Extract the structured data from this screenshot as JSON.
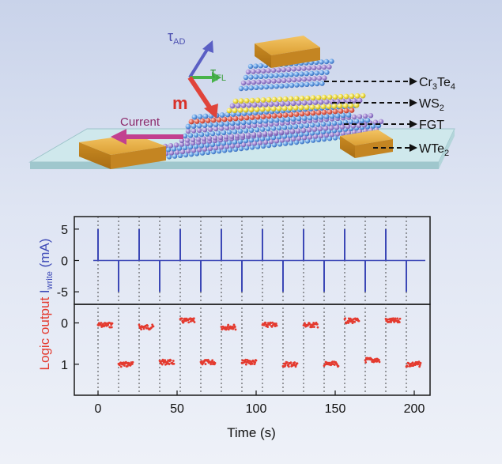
{
  "illustration": {
    "current_label": "Current",
    "vectors": {
      "tau_ad": {
        "symbol": "τ",
        "sub": "AD"
      },
      "tau_fl": {
        "symbol": "τ",
        "sub": "FL"
      },
      "m": "m"
    },
    "layers": [
      {
        "name": "Cr3Te4",
        "main": "Cr",
        "s1": "3",
        "mid": "Te",
        "s2": "4"
      },
      {
        "name": "WS2",
        "main": "WS",
        "s1": "2",
        "mid": "",
        "s2": ""
      },
      {
        "name": "FGT",
        "main": "FGT",
        "s1": "",
        "mid": "",
        "s2": ""
      },
      {
        "name": "WTe2",
        "main": "WTe",
        "s1": "2",
        "mid": "",
        "s2": ""
      }
    ],
    "colors": {
      "current": "#c2418f",
      "m": "#e0443a",
      "tau_ad": "#5a5fc4",
      "tau_fl": "#48b34a",
      "electrode": "#e0a536",
      "substrate": "#bfe0e4"
    }
  },
  "chart_data": {
    "type": "line",
    "xlabel": "Time (s)",
    "xlim": [
      -15,
      210
    ],
    "xticks": [
      0,
      50,
      100,
      150,
      200
    ],
    "top": {
      "ylabel_main": "I",
      "ylabel_sub": "write",
      "ylabel_unit": " (mA)",
      "ylim": [
        -7,
        7
      ],
      "yticks": [
        5,
        0,
        -5
      ],
      "color": "#3b47b6",
      "baseline": 0,
      "pulses": [
        {
          "t": 0,
          "amp": 5
        },
        {
          "t": 13,
          "amp": -5
        },
        {
          "t": 26,
          "amp": 5
        },
        {
          "t": 39,
          "amp": -5
        },
        {
          "t": 52,
          "amp": 5
        },
        {
          "t": 65,
          "amp": -5
        },
        {
          "t": 78,
          "amp": 5
        },
        {
          "t": 91,
          "amp": -5
        },
        {
          "t": 104,
          "amp": 5
        },
        {
          "t": 117,
          "amp": -5
        },
        {
          "t": 130,
          "amp": 5
        },
        {
          "t": 143,
          "amp": -5
        },
        {
          "t": 156,
          "amp": 5
        },
        {
          "t": 169,
          "amp": -5
        },
        {
          "t": 182,
          "amp": 5
        },
        {
          "t": 195,
          "amp": -5
        }
      ]
    },
    "bottom": {
      "ylabel": "Logic output",
      "ylim": [
        1.75,
        -0.45
      ],
      "yticks": [
        0,
        1
      ],
      "color": "#e43a2f",
      "segments": [
        {
          "t_start": 0,
          "t_end": 9,
          "level": 0.05
        },
        {
          "t_start": 13,
          "t_end": 22,
          "level": 1.0
        },
        {
          "t_start": 26,
          "t_end": 35,
          "level": 0.1
        },
        {
          "t_start": 39,
          "t_end": 48,
          "level": 0.95
        },
        {
          "t_start": 52,
          "t_end": 61,
          "level": -0.05
        },
        {
          "t_start": 65,
          "t_end": 74,
          "level": 0.95
        },
        {
          "t_start": 78,
          "t_end": 87,
          "level": 0.1
        },
        {
          "t_start": 91,
          "t_end": 100,
          "level": 0.95
        },
        {
          "t_start": 104,
          "t_end": 113,
          "level": 0.05
        },
        {
          "t_start": 117,
          "t_end": 126,
          "level": 1.0
        },
        {
          "t_start": 130,
          "t_end": 139,
          "level": 0.05
        },
        {
          "t_start": 143,
          "t_end": 152,
          "level": 1.0
        },
        {
          "t_start": 156,
          "t_end": 165,
          "level": -0.05
        },
        {
          "t_start": 169,
          "t_end": 178,
          "level": 0.9
        },
        {
          "t_start": 182,
          "t_end": 191,
          "level": -0.05
        },
        {
          "t_start": 195,
          "t_end": 204,
          "level": 1.0
        }
      ]
    },
    "dotted_lines_at": [
      0,
      13,
      26,
      39,
      52,
      65,
      78,
      91,
      104,
      117,
      130,
      143,
      156,
      169,
      182,
      195
    ]
  }
}
